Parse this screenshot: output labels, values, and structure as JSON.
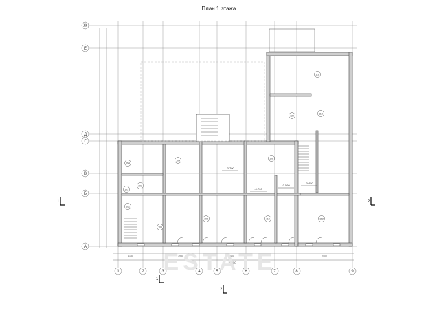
{
  "title": "План 1 этажа.",
  "axes_letters": [
    "Ж",
    "Е",
    "Д",
    "Г",
    "В",
    "Б",
    "А"
  ],
  "axes_numbers": [
    "1",
    "2",
    "3",
    "4",
    "5",
    "6",
    "7",
    "8",
    "9"
  ],
  "section_marks": [
    "1",
    "2",
    "2",
    "1"
  ],
  "room_numbers": [
    "116",
    "118",
    "120",
    "104",
    "106",
    "108",
    "110",
    "112",
    "114",
    "102",
    "101",
    "103",
    "105"
  ],
  "levels": [
    "-0.700",
    "-0.700",
    "-0.560",
    "-0.450"
  ],
  "watermark": "ESTATE",
  "dimensions": [
    "23350",
    "4150",
    "3950",
    "4400",
    "2400"
  ]
}
